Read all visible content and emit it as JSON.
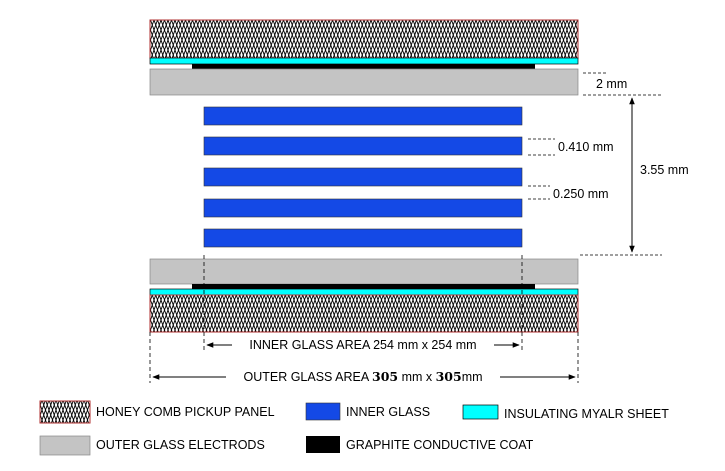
{
  "dimensions": {
    "gap_outer": "2 mm",
    "inner_thickness": "0.410 mm",
    "inner_gap": "0.250 mm",
    "total_gap": "3.55 mm"
  },
  "areas": {
    "inner_prefix": "INNER GLASS AREA",
    "inner_value": "254 mm x 254 mm",
    "outer_prefix": "OUTER GLASS AREA",
    "outer_num1": "305",
    "outer_mid": " mm x ",
    "outer_num2": "305",
    "outer_suffix": "mm"
  },
  "legend": {
    "honeycomb": "HONEY COMB PICKUP PANEL",
    "inner_glass": "INNER GLASS",
    "mylar": "INSULATING MYALR SHEET",
    "outer_glass": "OUTER GLASS ELECTRODS",
    "graphite": "GRAPHITE CONDUCTIVE COAT"
  },
  "colors": {
    "honeycomb_border": "#b03030",
    "inner_glass": "#1449e6",
    "mylar": "#00ffff",
    "outer_glass": "#c4c4c4",
    "graphite": "#000000"
  }
}
